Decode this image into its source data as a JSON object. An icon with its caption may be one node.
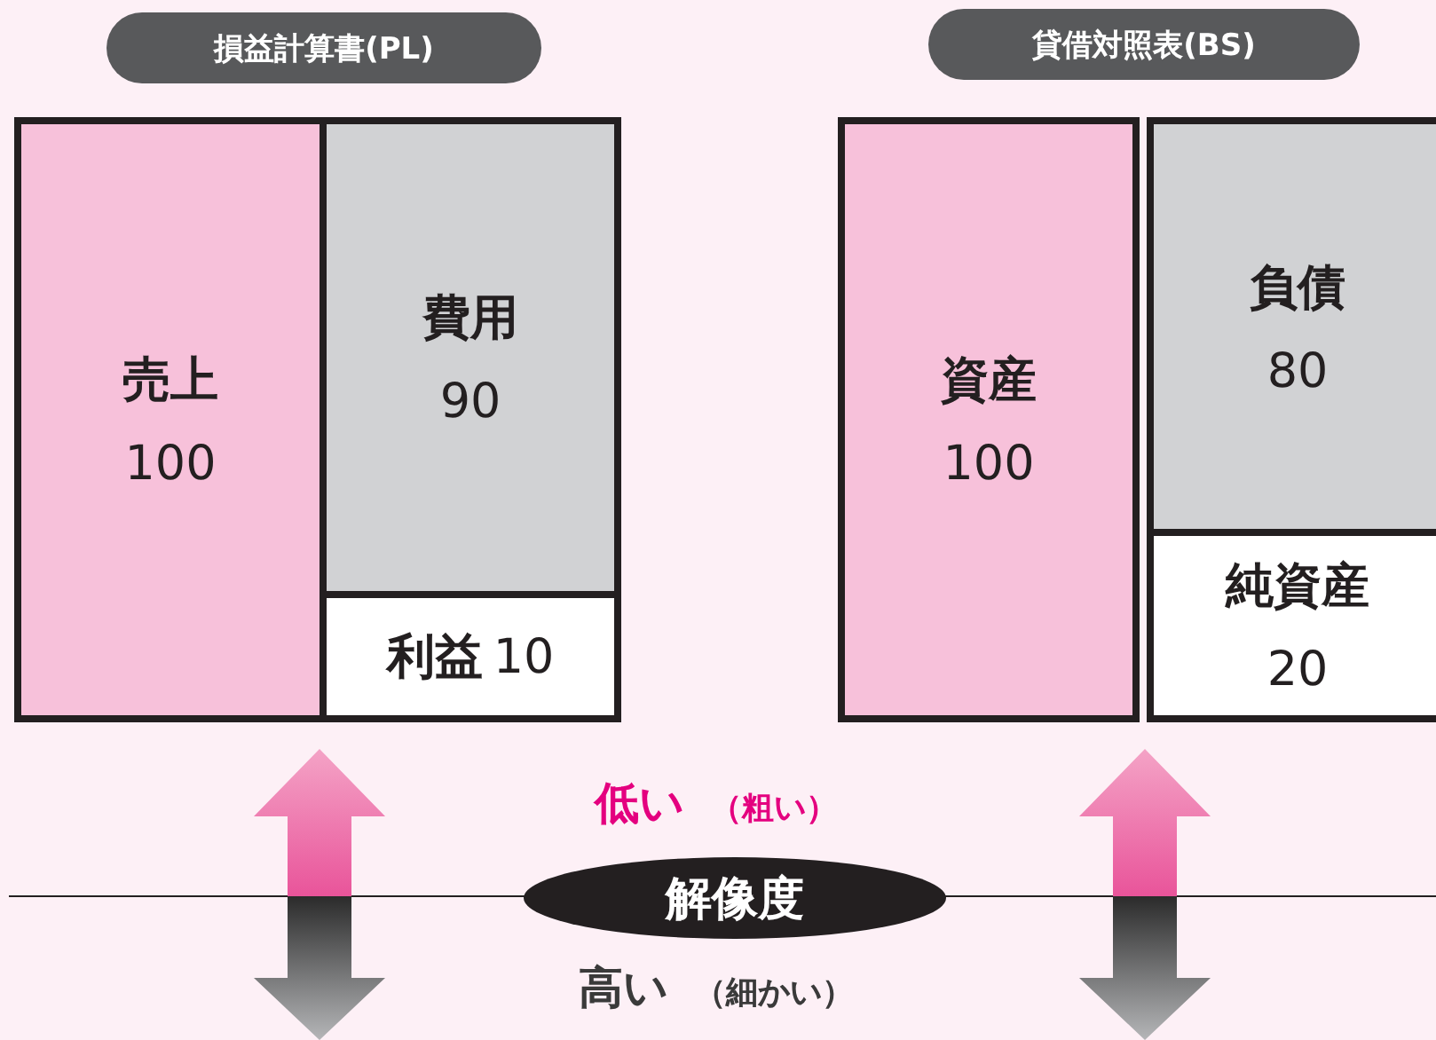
{
  "diagram": {
    "nodes": [
      {
        "text": [
          "損益計算書(PL)"
        ]
      },
      {
        "text": [
          "貸借対照表(BS)"
        ]
      },
      {
        "text": [
          "売上",
          "100"
        ]
      },
      {
        "text": [
          "費用",
          "90"
        ]
      },
      {
        "text": [
          "利益",
          "10"
        ]
      },
      {
        "text": [
          "資産",
          "100"
        ]
      },
      {
        "text": [
          "負債",
          "80"
        ]
      },
      {
        "text": [
          "純資産",
          "20"
        ]
      },
      {
        "text": [
          "解像度"
        ]
      }
    ],
    "labels": [
      "低い",
      "（粗い）",
      "高い",
      "（細かい）"
    ]
  }
}
